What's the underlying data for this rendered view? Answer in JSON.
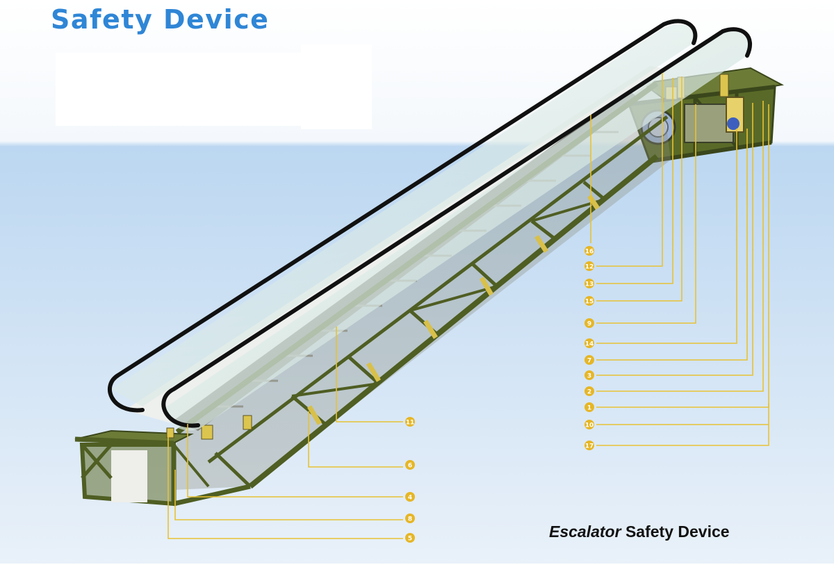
{
  "title": "Safety Device",
  "caption": {
    "italic": "Escalator",
    "rest": " Safety Device"
  },
  "colors": {
    "background_top": "#ffffff",
    "background_bottom": "#b9d6f1",
    "truss": "#4f5e22",
    "leader_line": "#e8c233",
    "callout_fill": "#e6b626",
    "title": "#2f86d6"
  },
  "callouts": [
    "16",
    "12",
    "13",
    "15",
    "9",
    "14",
    "7",
    "3",
    "2",
    "1",
    "10",
    "17",
    "11",
    "6",
    "4",
    "8",
    "5"
  ]
}
